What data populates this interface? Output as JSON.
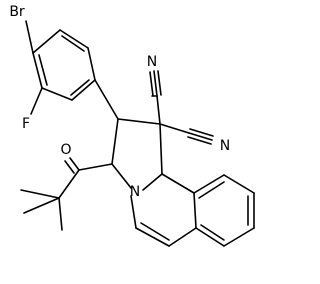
{
  "molecule": {
    "atom_labels": {
      "br": "Br",
      "f": "F",
      "o": "O",
      "n": "N",
      "cn_upper": "N",
      "cn_lower": "N"
    },
    "colors": {
      "bond": "#000000",
      "label": "#000000",
      "background": "#ffffff"
    }
  }
}
